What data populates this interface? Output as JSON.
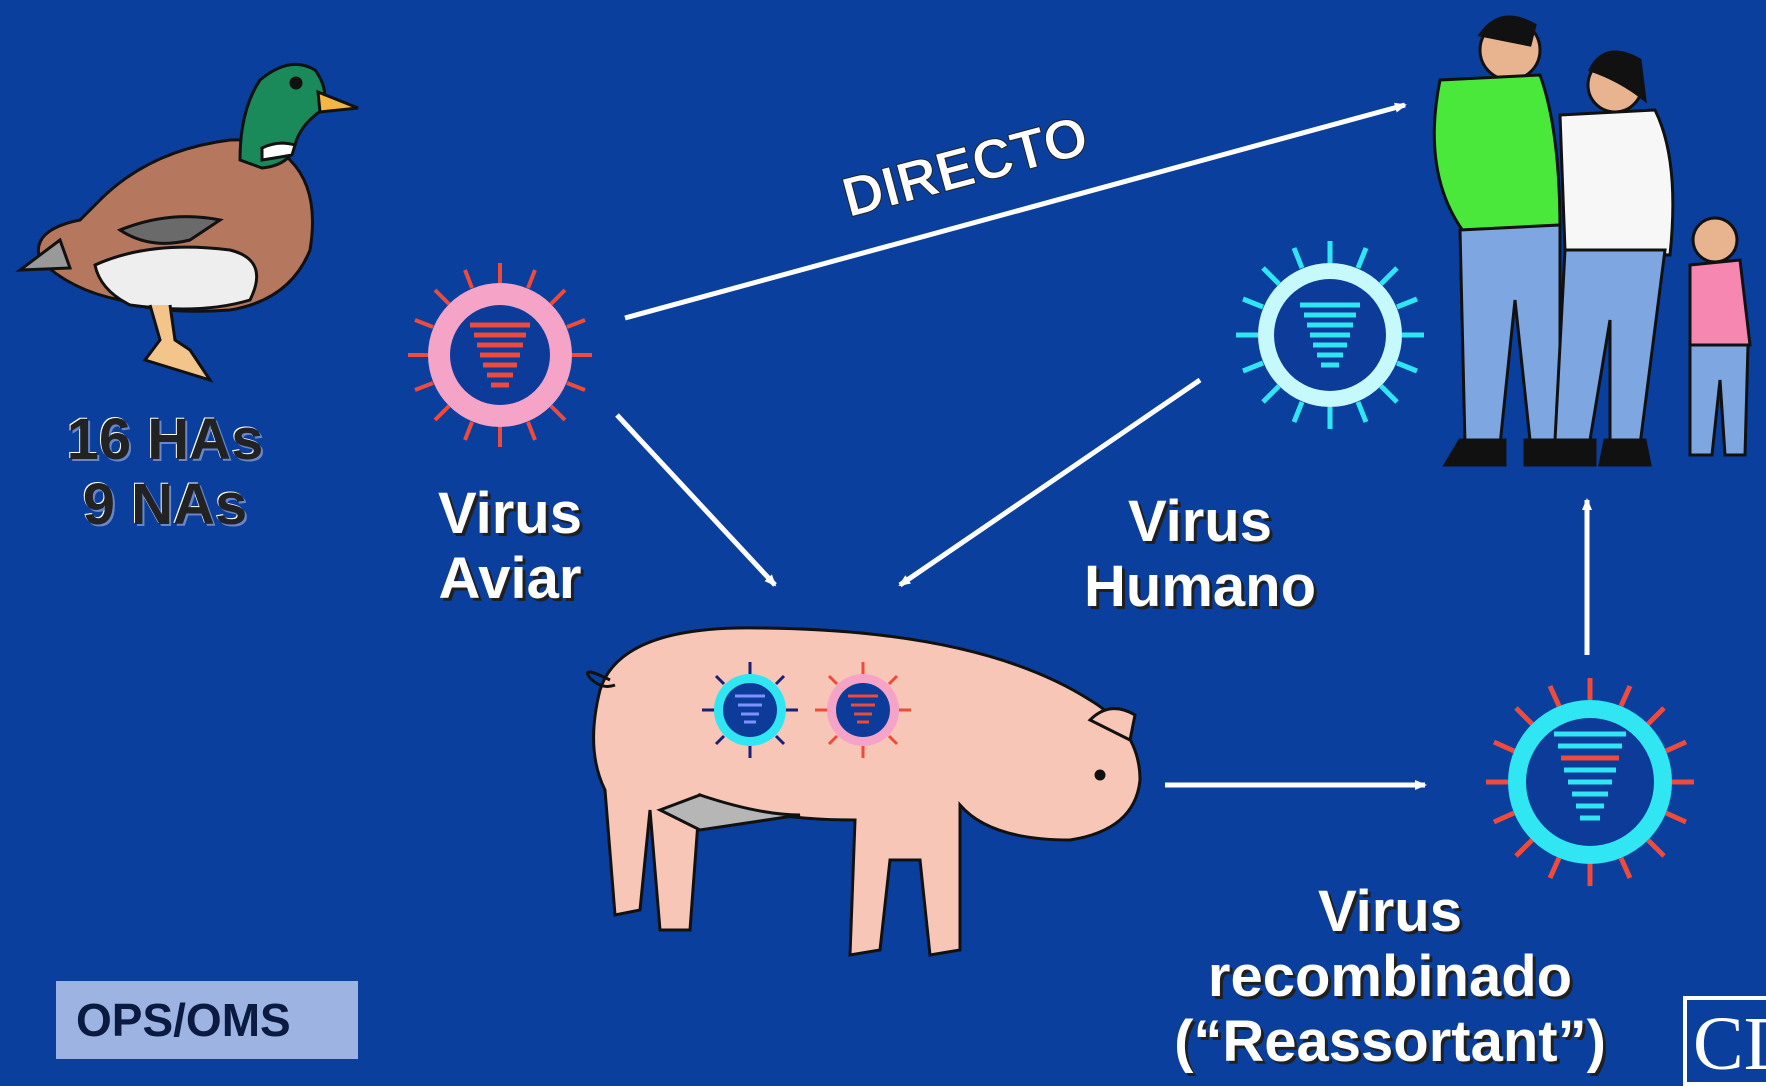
{
  "labels": {
    "directo": "DIRECTO",
    "has_line1": "16 HAs",
    "has_line2": "9 NAs",
    "aviar_line1": "Virus",
    "aviar_line2": "Aviar",
    "humano_line1": "Virus",
    "humano_line2": "Humano",
    "recomb_line1": "Virus",
    "recomb_line2": "recombinado",
    "recomb_line3": "(“Reassortant”)"
  },
  "footer": {
    "org": "OPS/OMS",
    "logo": "CDC"
  },
  "colors": {
    "background": "#0a3f9e",
    "avian_virus": "#ef4a3a",
    "avian_ring": "#f5a3c7",
    "human_virus": "#2fe6f2",
    "mixed_virus": "#ef4a3a",
    "arrow": "#ffffff"
  },
  "icons": [
    "duck-illustration",
    "pig-illustration",
    "human-family-illustration",
    "virus-icon"
  ]
}
